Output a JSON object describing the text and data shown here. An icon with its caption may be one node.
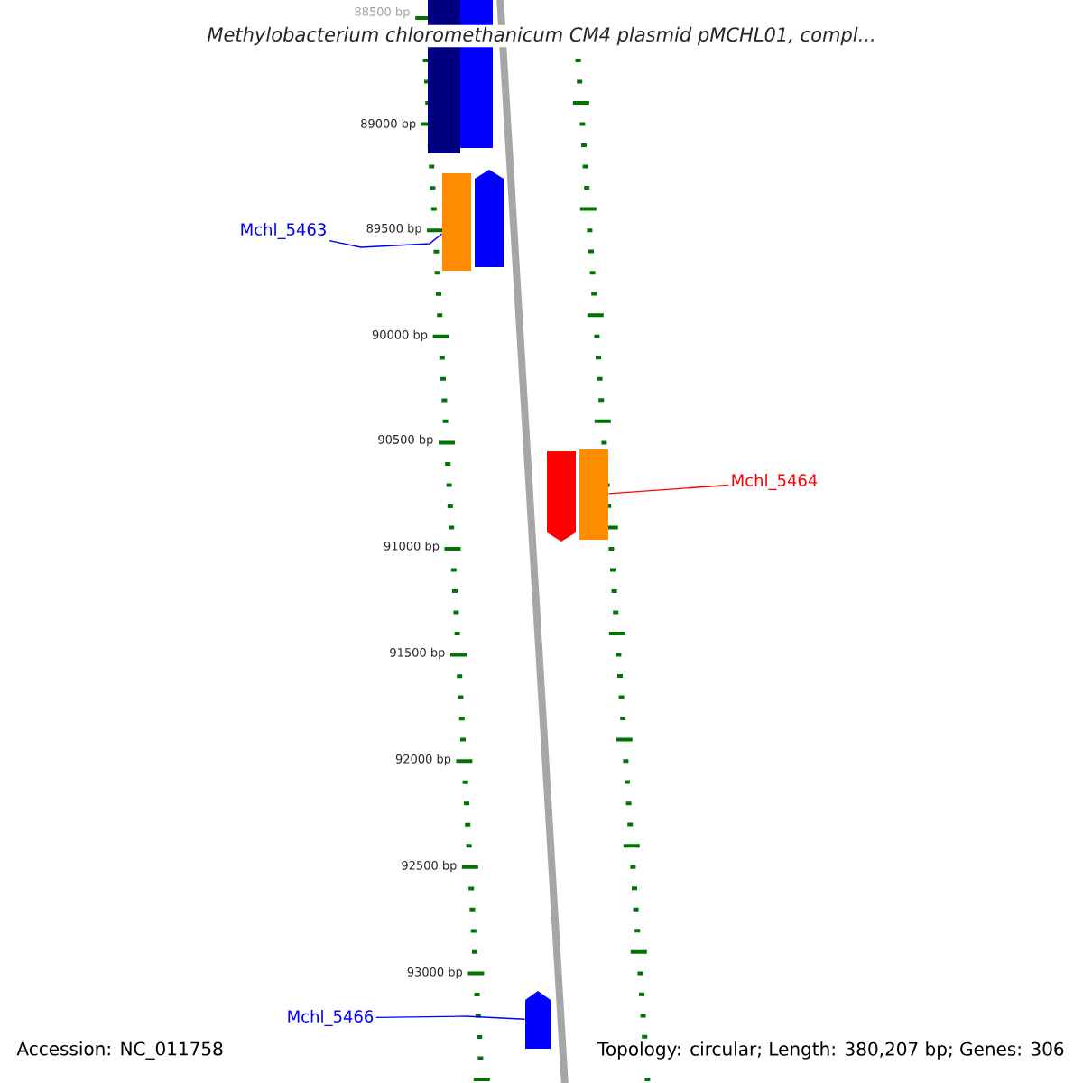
{
  "diagram": {
    "title": "Methylobacterium chloromethanicum CM4 plasmid pMCHL01, compl...",
    "nodes": [
      {
        "text": [],
        "shape": "box"
      },
      {
        "text": [],
        "shape": "box"
      },
      {
        "text": [],
        "shape": "box"
      },
      {
        "text": [],
        "shape": "arrow"
      },
      {
        "text": [],
        "shape": "arrow"
      },
      {
        "text": [],
        "shape": "box"
      },
      {
        "text": [],
        "shape": "arrow"
      },
      {
        "text": [
          "Mchl_5463"
        ]
      },
      {
        "text": [
          "Mchl_5464"
        ]
      },
      {
        "text": [
          "Mchl_5466"
        ]
      }
    ],
    "edges": [
      {
        "from": 7,
        "to": 2,
        "arrow": "none"
      },
      {
        "from": 8,
        "to": 5,
        "arrow": "none",
        "color": "#ff0000"
      },
      {
        "from": 9,
        "to": 6,
        "arrow": "none"
      }
    ],
    "labels": [
      "88500 bp",
      "89000 bp",
      "89500 bp",
      "90000 bp",
      "90500 bp",
      "91000 bp",
      "91500 bp",
      "92000 bp",
      "92500 bp",
      "93000 bp",
      "Accession: NC_011758",
      "Topology: circular; Length: 380,207 bp; Genes: 306"
    ]
  }
}
